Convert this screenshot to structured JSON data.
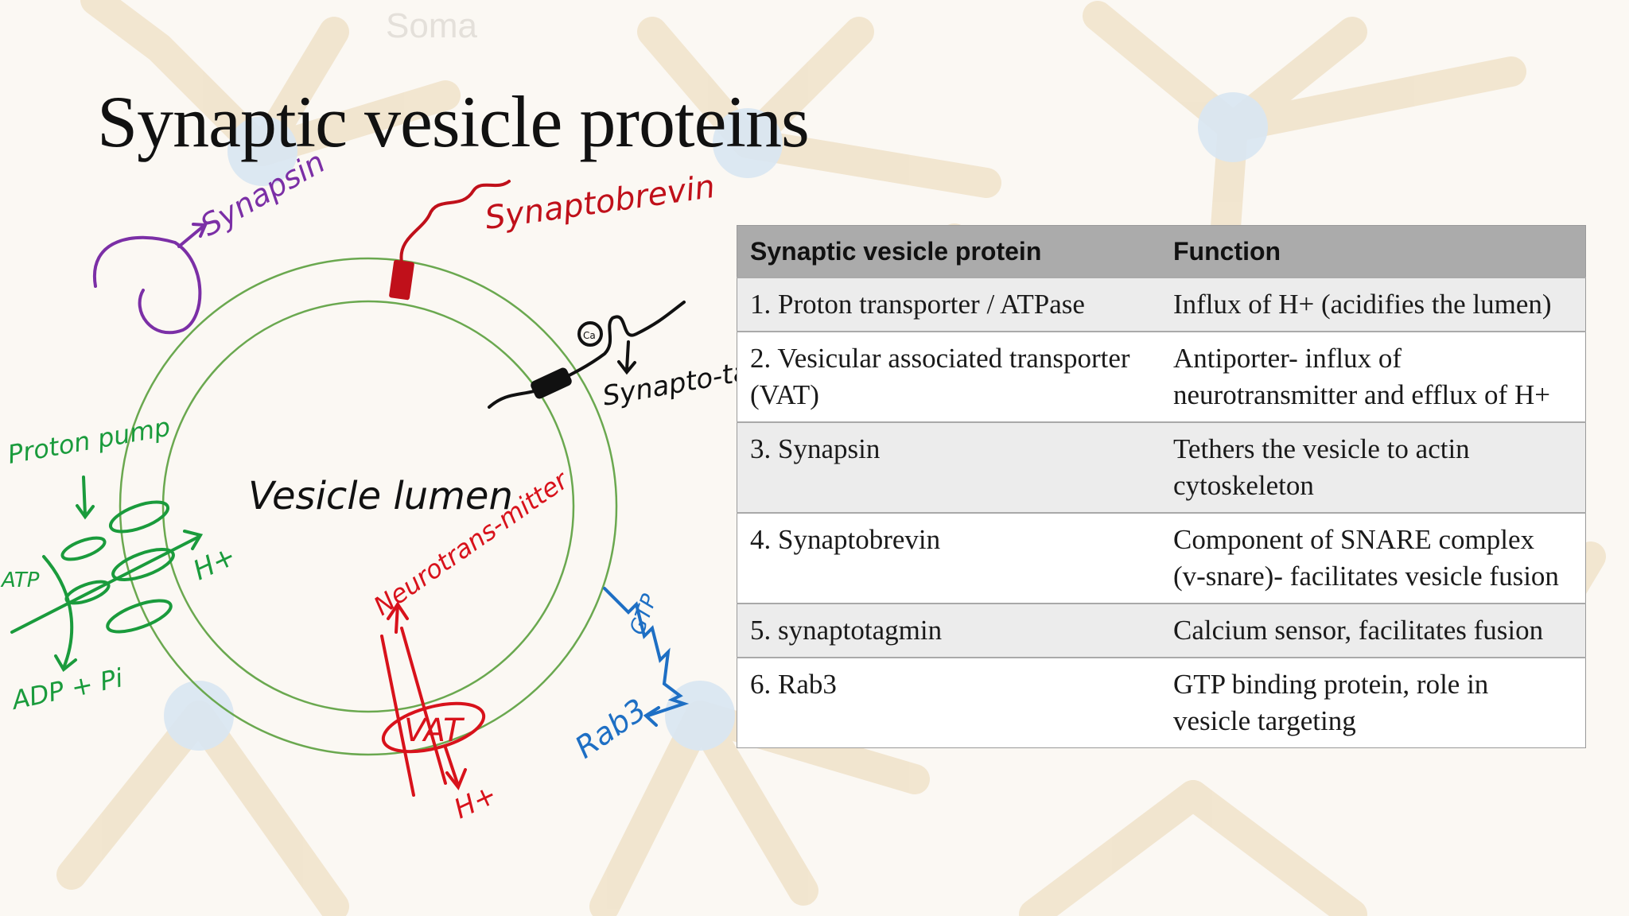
{
  "slide": {
    "title": "Synaptic vesicle proteins",
    "background_label": "Soma"
  },
  "diagram": {
    "labels": {
      "synapsin": "Synapsin",
      "synaptobrevin": "Synaptobrevin",
      "synaptotagmin": "Synapto-tagmin",
      "vesicle_lumen": "Vesicle lumen",
      "proton_pump": "Proton pump",
      "atp": "ATP",
      "adp": "ADP + Pi",
      "h_plus_pump": "H+",
      "neurotransmitter": "Neurotrans-mitter",
      "vat": "VAT",
      "h_plus_vat": "H+",
      "gtp": "GTP",
      "rab3": "Rab3",
      "ca": "Ca"
    },
    "colors": {
      "membrane": "#6aa84f",
      "synapsin": "#7b2fa6",
      "synaptobrevin": "#c0101a",
      "synaptotagmin": "#111111",
      "proton_pump": "#1a9b3c",
      "vat": "#d8121b",
      "rab3": "#1e6fc4"
    }
  },
  "table": {
    "headers": [
      "Synaptic vesicle protein",
      "Function"
    ],
    "rows": [
      {
        "protein": "1. Proton transporter / ATPase",
        "function": "Influx of H+ (acidifies the lumen)"
      },
      {
        "protein": "2. Vesicular associated transporter (VAT)",
        "function": "Antiporter- influx of neurotransmitter and efflux of H+"
      },
      {
        "protein": "3. Synapsin",
        "function": "Tethers the vesicle to actin cytoskeleton"
      },
      {
        "protein": "4. Synaptobrevin",
        "function": "Component of SNARE complex (v-snare)- facilitates vesicle fusion"
      },
      {
        "protein": "5. synaptotagmin",
        "function": "Calcium sensor, facilitates fusion"
      },
      {
        "protein": "6. Rab3",
        "function": "GTP binding protein, role in vesicle targeting"
      }
    ]
  }
}
